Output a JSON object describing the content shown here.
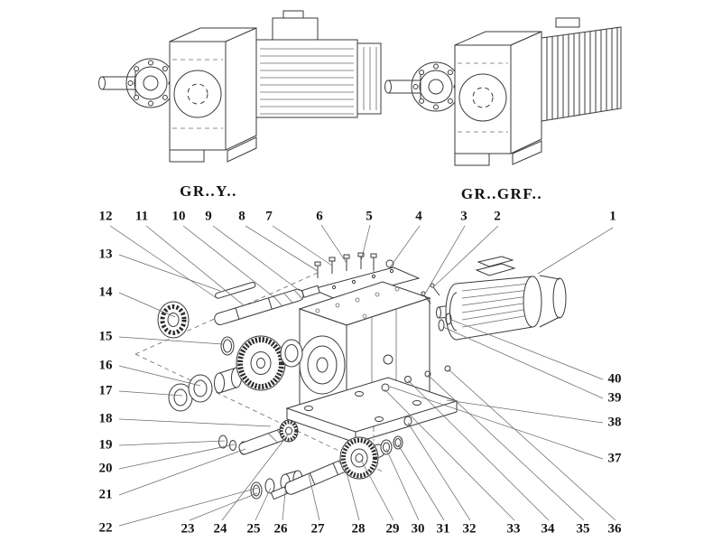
{
  "variant_labels": {
    "left": "GR..Y..",
    "right": "GR..GRF.."
  },
  "callouts": {
    "top": [
      "12",
      "11",
      "10",
      "9",
      "8",
      "7",
      "6",
      "5",
      "4",
      "3",
      "2",
      "1"
    ],
    "left": [
      "13",
      "14",
      "15",
      "16",
      "17",
      "18",
      "19",
      "20",
      "21",
      "22"
    ],
    "bottom": [
      "23",
      "24",
      "25",
      "26",
      "27",
      "28",
      "29",
      "30",
      "31",
      "32",
      "33",
      "34",
      "35",
      "36"
    ],
    "right": [
      "40",
      "39",
      "38",
      "37"
    ]
  }
}
